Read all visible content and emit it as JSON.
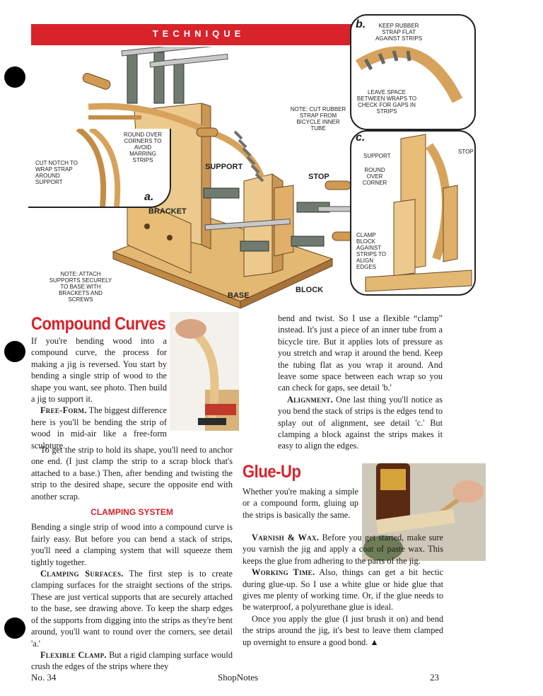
{
  "header": {
    "section": "TECHNIQUE"
  },
  "illustration": {
    "callout_notch": "CUT NOTCH TO WRAP STRAP AROUND SUPPORT",
    "callout_round": "ROUND OVER CORNERS TO AVOID MARRING STRIPS",
    "callout_note_base": "NOTE: ATTACH SUPPORTS SECURELY TO BASE WITH BRACKETS AND SCREWS",
    "callout_note_strap": "NOTE: CUT RUBBER STRAP FROM BICYCLE INNER TUBE",
    "label_support": "SUPPORT",
    "label_stop": "STOP",
    "label_bracket": "BRACKET",
    "label_base": "BASE",
    "label_block": "BLOCK",
    "detail_a": "a.",
    "detail_b": "b.",
    "detail_b_note1": "KEEP RUBBER STRAP FLAT AGAINST STRIPS",
    "detail_b_note2": "LEAVE SPACE BETWEEN WRAPS TO CHECK FOR GAPS IN STRIPS",
    "detail_c": "c.",
    "detail_c_support": "SUPPORT",
    "detail_c_stop": "STOP",
    "detail_c_round": "ROUND OVER CORNER",
    "detail_c_clamp": "CLAMP BLOCK AGAINST STRIPS TO ALIGN EDGES"
  },
  "article": {
    "title1": "Compound Curves",
    "p1": "If you're bending wood into a compound curve, the process for making a jig is reversed. You start by bending a single strip of wood to the shape you want, see photo. Then build a jig to support it.",
    "p2_head": "Free-Form.",
    "p2": " The biggest difference here is you'll be bending the strip of wood in mid-air like a free-form sculpture.",
    "p3": "To get the strip to hold its shape, you'll need to anchor one end. (I just clamp the strip to a scrap block that's attached to a base.) Then, after bending and twisting the strip to the desired shape, secure the opposite end with another scrap.",
    "subhead": "CLAMPING SYSTEM",
    "p4": "Bending a single strip of wood into a compound curve is fairly easy. But before you can bend a stack of strips, you'll need a clamping system that will squeeze them tightly together.",
    "p5_head": "Clamping Surfaces.",
    "p5": " The first step is to create clamping surfaces for the straight sections of the strips. These are just vertical supports that are securely attached to the base, see drawing above. To keep the sharp edges of the supports from digging into the strips as they're bent around, you'll want to round over the corners, see detail 'a.'",
    "p6_head": "Flexible Clamp.",
    "p6": " But a rigid clamping surface would crush the edges of the strips where they",
    "p7": "bend and twist. So I use a flexible “clamp” instead. It's just a piece of an inner tube from a bicycle tire. But it applies lots of pressure as you stretch and wrap it around the bend. Keep the tubing flat as you wrap it around. And leave some space between each wrap so you can check for gaps, see detail 'b.'",
    "p8_head": "Alignment.",
    "p8": " One last thing you'll notice as you bend the stack of strips is the edges tend to splay out of alignment, see detail 'c.' But clamping a block against the strips makes it easy to align the edges.",
    "title2": "Glue-Up",
    "p9": "Whether you're making a simple or a compound form, gluing up the strips is basically the same.",
    "p10_head": "Varnish & Wax.",
    "p10": " Before you get started, make sure you varnish the jig and apply a coat of paste wax. This keeps the glue from adhering to the parts of the jig.",
    "p11_head": "Working Time.",
    "p11": " Also, things can get a bit hectic during glue-up. So I use a white glue or hide glue that gives me plenty of working time. Or, if the glue needs to be waterproof, a polyurethane glue is ideal.",
    "p12": "Once you apply the glue (I just brush it on) and bend the strips around the jig, it's best to leave them clamped up overnight to ensure a good bond."
  },
  "footer": {
    "issue": "No. 34",
    "magazine": "ShopNotes",
    "page": "23"
  }
}
